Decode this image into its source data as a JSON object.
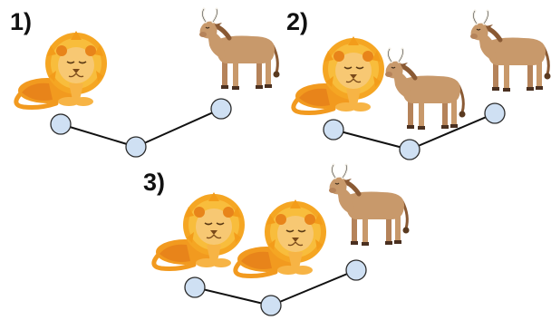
{
  "puzzles": [
    {
      "label": "1)",
      "animals": [
        "lion-icon",
        "bull-icon"
      ]
    },
    {
      "label": "2)",
      "animals": [
        "lion-icon",
        "bull-icon",
        "bull-icon"
      ]
    },
    {
      "label": "3)",
      "animals": [
        "lion-icon",
        "lion-icon",
        "bull-icon"
      ]
    }
  ],
  "colors": {
    "node_fill": "#cfe0f3",
    "node_stroke": "#2b2b2b",
    "edge": "#111111",
    "lion_mane": "#f5a623",
    "lion_body": "#f29a1f",
    "lion_face": "#f7c873",
    "bull_body": "#c8996b",
    "bull_dark": "#8a5a34"
  }
}
